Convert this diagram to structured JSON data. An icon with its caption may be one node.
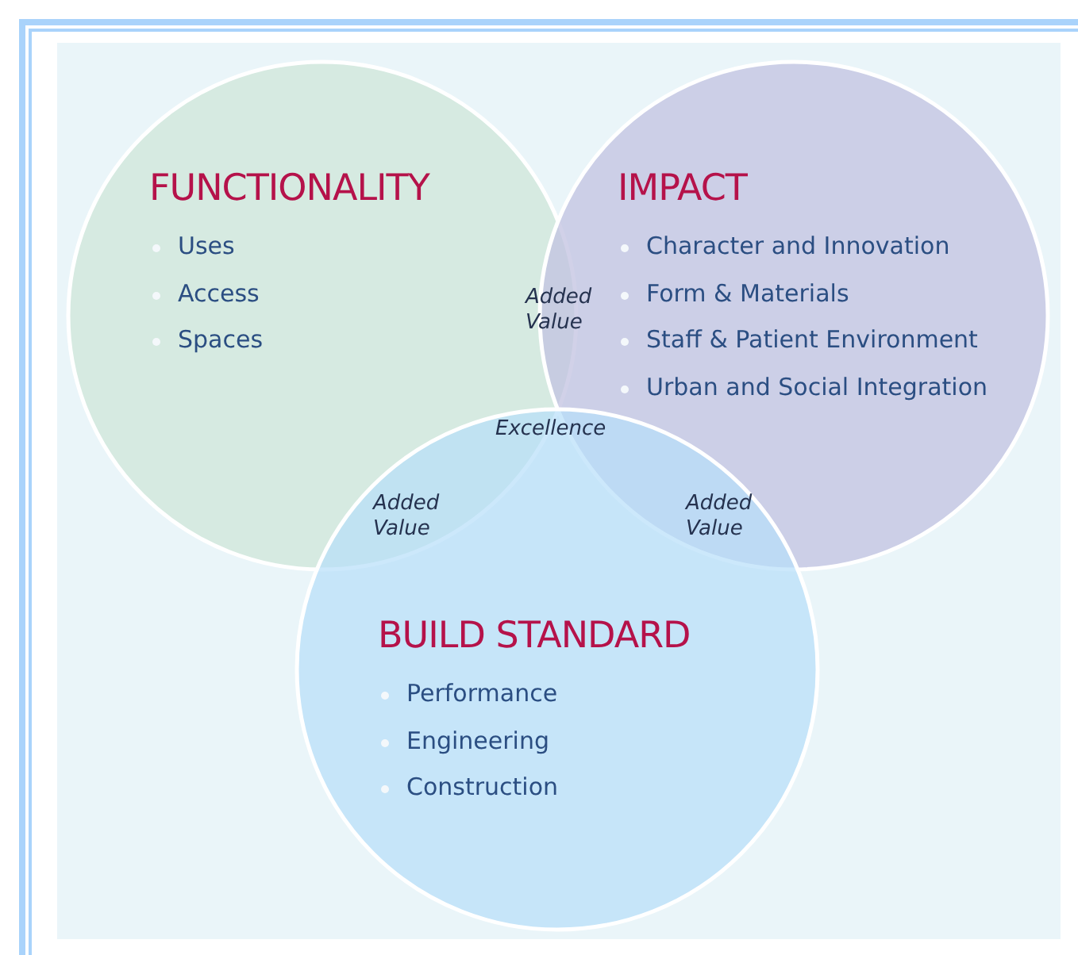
{
  "diagram": {
    "nodes": [
      {
        "text": [
          "FUNCTIONALITY",
          "Uses",
          "Access",
          "Spaces"
        ]
      },
      {
        "text": [
          "IMPACT",
          "Character and Innovation",
          "Form & Materials",
          "Staff & Patient Environment",
          "Urban and Social Integration"
        ]
      },
      {
        "text": [
          "BUILD STANDARD",
          "Performance",
          "Engineering",
          "Construction"
        ]
      }
    ],
    "labels": [
      "Added Value",
      "Excellence",
      "Added Value",
      "Added Value"
    ]
  }
}
